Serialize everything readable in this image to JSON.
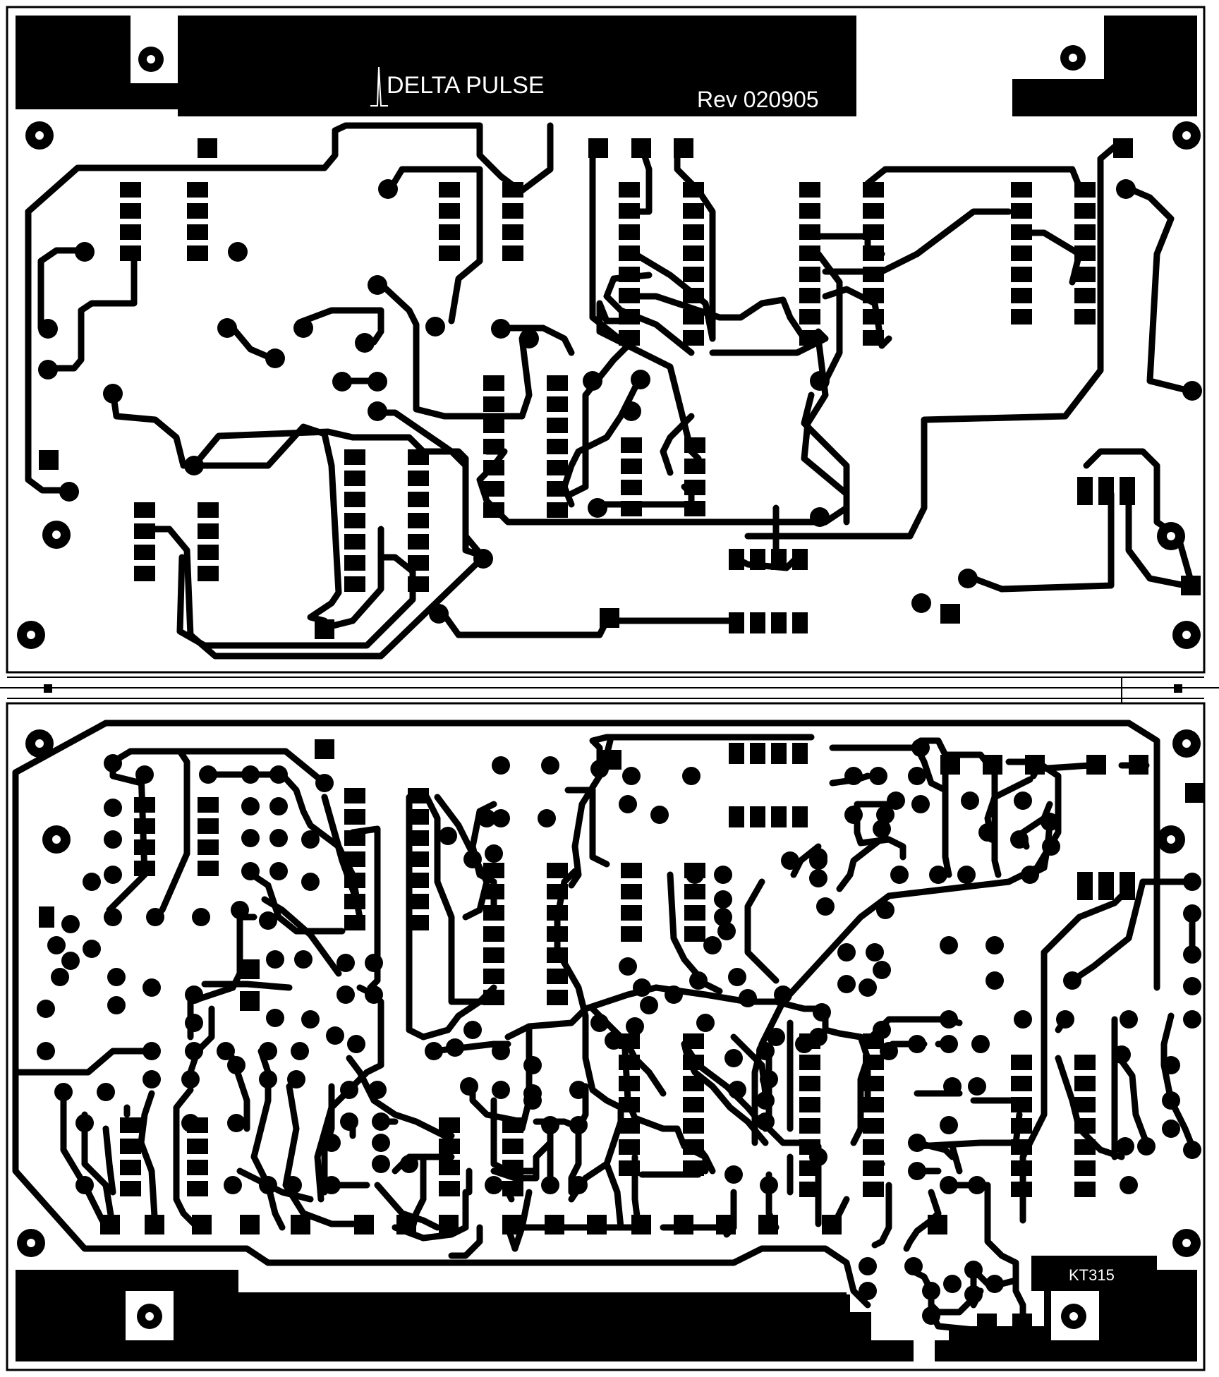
{
  "board": {
    "title": "DELTA  PULSE",
    "revision": "Rev 020905",
    "transistor_label": "KT315",
    "layers": [
      "top-board",
      "bottom-board"
    ],
    "colors": {
      "copper": "#000000",
      "substrate": "#ffffff"
    }
  }
}
